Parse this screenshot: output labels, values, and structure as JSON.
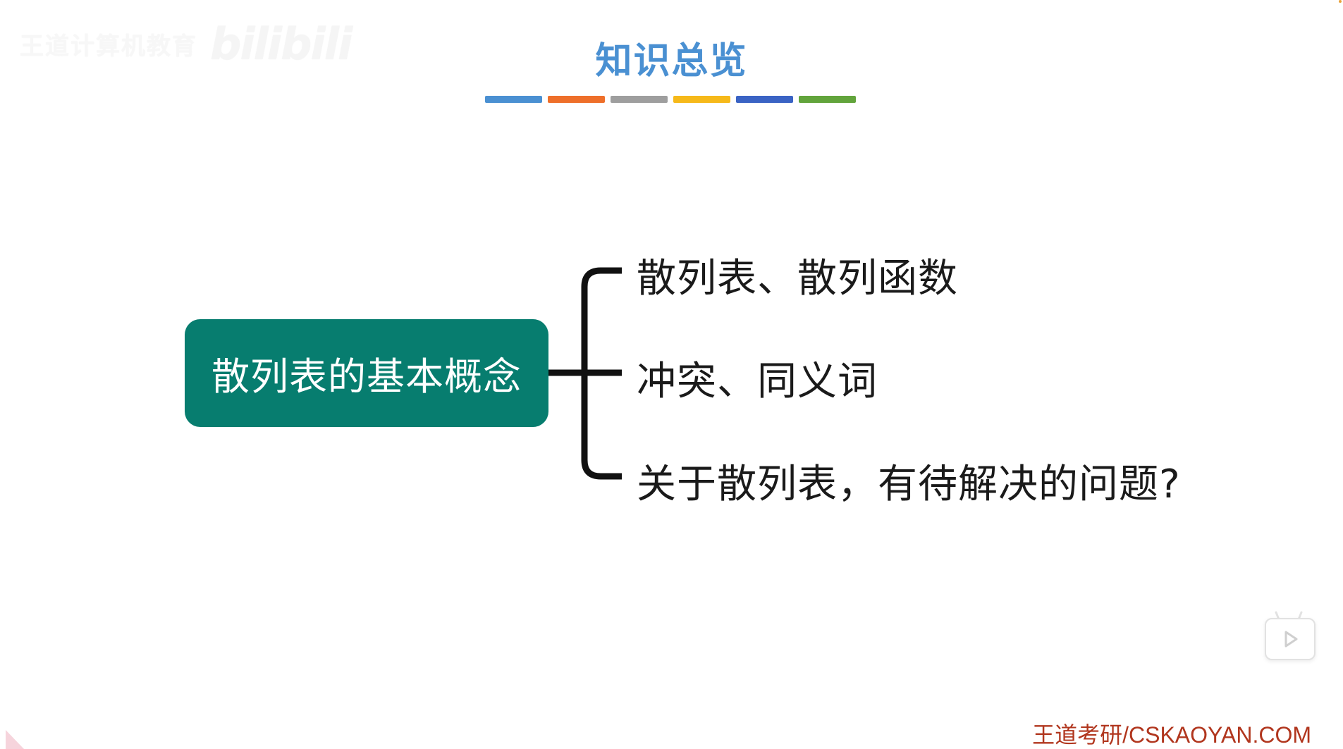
{
  "watermark": {
    "text": "王道计算机教育",
    "logo": "bilibili"
  },
  "slide": {
    "title": "知识总览",
    "color_bars": [
      "#4a90d2",
      "#ee6f2a",
      "#9e9e9e",
      "#f6b91a",
      "#3a63c4",
      "#62a43c"
    ],
    "root_node": {
      "label": "散列表的基本概念",
      "color": "#077d6f"
    },
    "branches": [
      {
        "label": "散列表、散列函数"
      },
      {
        "label": "冲突、同义词"
      },
      {
        "label": "关于散列表，有待解决的问题?"
      }
    ],
    "footer": "王道考研/CSKAOYAN.COM"
  },
  "player": {
    "play_icon": "play-icon"
  },
  "colors": {
    "title": "#4a90d2",
    "footer": "#b1361e",
    "branch_text": "#1a1a1a",
    "bracket": "#111111"
  }
}
